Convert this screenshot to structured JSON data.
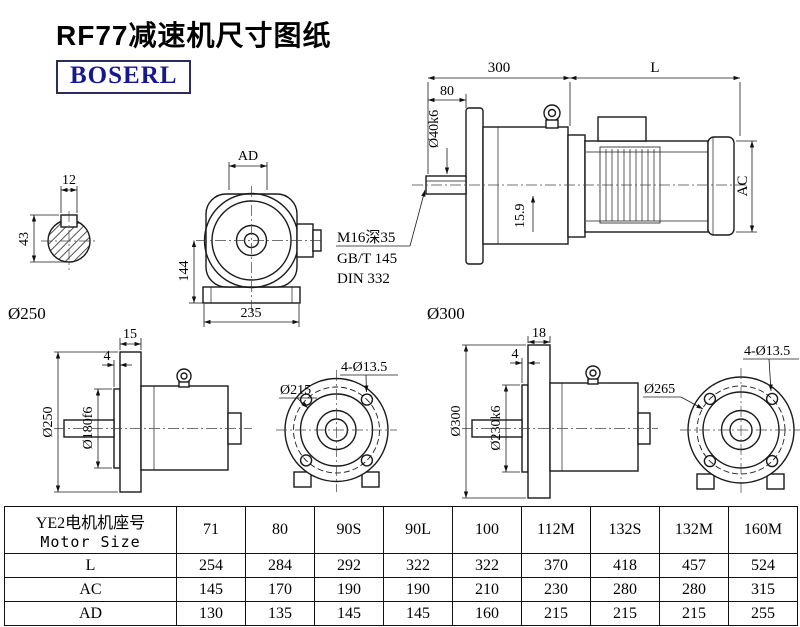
{
  "header": {
    "title": "RF77减速机尺寸图纸",
    "brand": "BOSERL"
  },
  "drawing": {
    "shaft_section": {
      "key_width": "12",
      "shaft_height": "43"
    },
    "front_view": {
      "ad": "AD",
      "height_144": "144",
      "width_235": "235"
    },
    "side_view": {
      "dim_300": "300",
      "dim_L": "L",
      "dim_80": "80",
      "shaft_dia": "Ø40k6",
      "dim_ac": "AC",
      "dim_159": "15.9",
      "note_line1": "M16深35",
      "note_line2": "GB/T 145",
      "note_line3": "DIN 332"
    },
    "label_d250": "Ø250",
    "label_d300": "Ø300",
    "flange_left": {
      "dim_15": "15",
      "dim_4": "4",
      "od": "Ø250",
      "spigot": "Ø180f6",
      "bolt_circle": "Ø215",
      "holes": "4-Ø13.5"
    },
    "flange_right": {
      "dim_18": "18",
      "dim_4": "4",
      "od": "Ø300",
      "spigot": "Ø230k6",
      "bolt_circle": "Ø265",
      "holes": "4-Ø13.5"
    }
  },
  "table": {
    "header_cn": "YE2电机机座号",
    "header_en": "Motor Size",
    "frame_sizes": [
      "71",
      "80",
      "90S",
      "90L",
      "100",
      "112M",
      "132S",
      "132M",
      "160M"
    ],
    "rows": [
      {
        "label": "L",
        "values": [
          "254",
          "284",
          "292",
          "322",
          "322",
          "370",
          "418",
          "457",
          "524"
        ]
      },
      {
        "label": "AC",
        "values": [
          "145",
          "170",
          "190",
          "190",
          "210",
          "230",
          "280",
          "280",
          "315"
        ]
      },
      {
        "label": "AD",
        "values": [
          "130",
          "135",
          "145",
          "145",
          "160",
          "215",
          "215",
          "215",
          "255"
        ]
      }
    ]
  }
}
